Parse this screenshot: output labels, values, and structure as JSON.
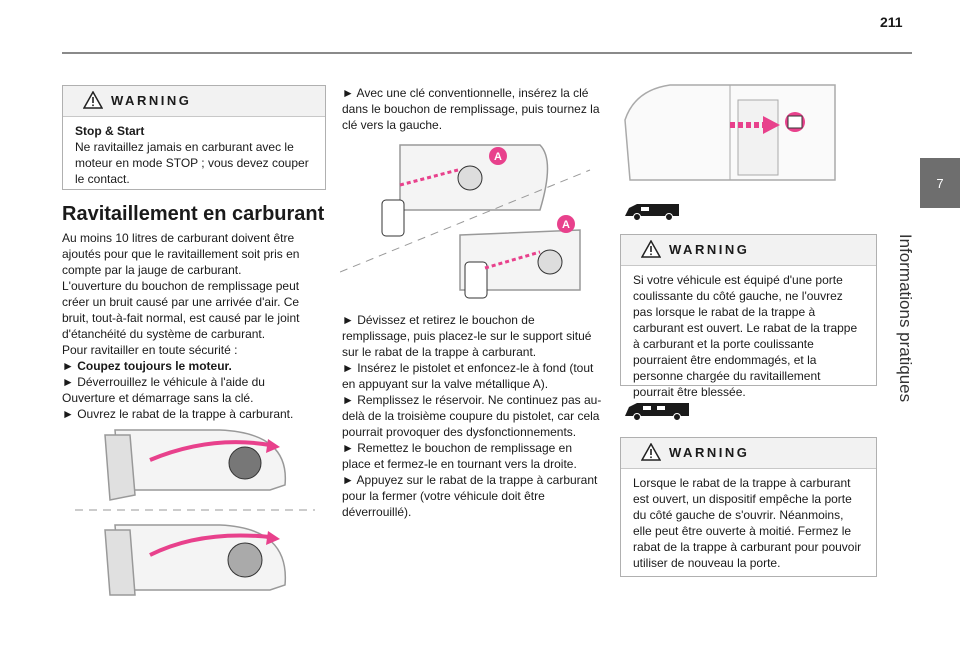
{
  "page": {
    "number": "211"
  },
  "side": {
    "chapter_number": "7",
    "chapter_title": "Informations pratiques"
  },
  "warning1": {
    "title": "WARNING",
    "subtitle": "Stop & Start",
    "text": "Ne ravitaillez jamais en carburant avec le moteur en mode STOP ; vous devez couper le contact."
  },
  "section": {
    "title": "Ravitaillement en carburant"
  },
  "left_paras": [
    "Au moins 10 litres de carburant doivent être ajoutés pour que le ravitaillement soit pris en compte par la jauge de carburant.",
    "L'ouverture du bouchon de remplissage peut créer un bruit causé par une arrivée d'air. Ce bruit, tout-à-fait normal, est causé par le joint d'étanchéité du système de carburant.",
    "Pour ravitailler en toute sécurité :"
  ],
  "left_steps": [
    "► Coupez toujours le moteur.",
    "► Déverrouillez le véhicule à l'aide du Ouverture et démarrage sans la clé.",
    "► Ouvrez le rabat de la trappe à carburant."
  ],
  "middle_steps": [
    "► Avec une clé conventionnelle, insérez la clé dans le bouchon de remplissage, puis tournez la clé vers la gauche.",
    "► Dévissez et retirez le bouchon de remplissage, puis placez-le sur le support situé sur le rabat de la trappe à carburant.",
    "► Insérez le pistolet et enfoncez-le à fond (tout en appuyant sur la valve métallique A).",
    "► Remplissez le réservoir. Ne continuez pas au-delà de la troisième coupure du pistolet, car cela pourrait provoquer des dysfonctionnements.",
    "► Remettez le bouchon de remplissage en place et fermez-le en tournant vers la droite.",
    "► Appuyez sur le rabat de la trappe à carburant pour la fermer (votre véhicule doit être déverrouillé)."
  ],
  "callout": {
    "letter": "A"
  },
  "warning2": {
    "title": "WARNING",
    "text": "Si votre véhicule est équipé d'une porte coulissante du côté gauche, ne l'ouvrez pas lorsque le rabat de la trappe à carburant est ouvert. Le rabat de la trappe à carburant et la porte coulissante pourraient être endommagés, et la personne chargée du ravitaillement pourrait être blessée."
  },
  "warning3": {
    "title": "WARNING",
    "text": "Lorsque le rabat de la trappe à carburant est ouvert, un dispositif empêche la porte du côté gauche de s'ouvrir. Néanmoins, elle peut être ouverte à moitié. Fermez le rabat de la trappe à carburant pour pouvoir utiliser de nouveau la porte."
  },
  "colors": {
    "accent_pink": "#e8418c",
    "tab_gray": "#6e6e6e"
  },
  "icons": [
    "warning-triangle-icon",
    "van-icon",
    "van-sliding-door-icon"
  ]
}
